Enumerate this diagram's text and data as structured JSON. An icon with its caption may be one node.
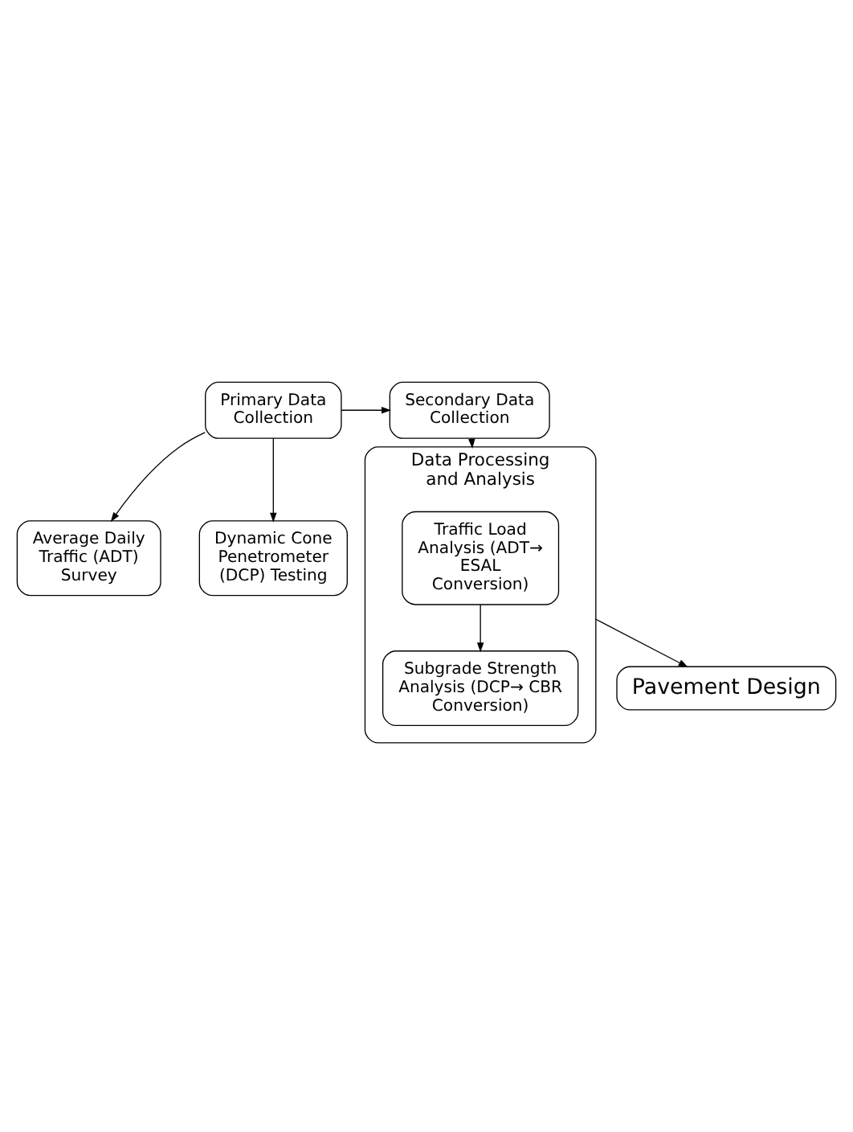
{
  "diagram": {
    "nodes": [
      {
        "text": [
          "Primary Data Collection"
        ]
      },
      {
        "text": [
          "Secondary Data Collection"
        ]
      },
      {
        "text": [
          "Average Daily Traffic (ADT) Survey"
        ]
      },
      {
        "text": [
          "Dynamic Cone Penetrometer (DCP) Testing"
        ]
      },
      {
        "text": [
          "Data Processing and Analysis"
        ]
      },
      {
        "text": [
          "Traffic Load Analysis (ADT→ ESAL Conversion)"
        ],
        "in": 4
      },
      {
        "text": [
          "Subgrade Strength Analysis (DCP→ CBR Conversion)"
        ],
        "in": 4
      },
      {
        "text": [
          "Pavement Design"
        ]
      }
    ],
    "edges": [
      {
        "from": 0,
        "to": 1,
        "arrow": "to"
      },
      {
        "from": 0,
        "to": 2,
        "arrow": "to"
      },
      {
        "from": 0,
        "to": 3,
        "arrow": "to"
      },
      {
        "from": 1,
        "to": 4,
        "arrow": "to"
      },
      {
        "from": 5,
        "to": 6,
        "arrow": "to"
      },
      {
        "from": 4,
        "to": 7,
        "arrow": "to"
      }
    ]
  }
}
